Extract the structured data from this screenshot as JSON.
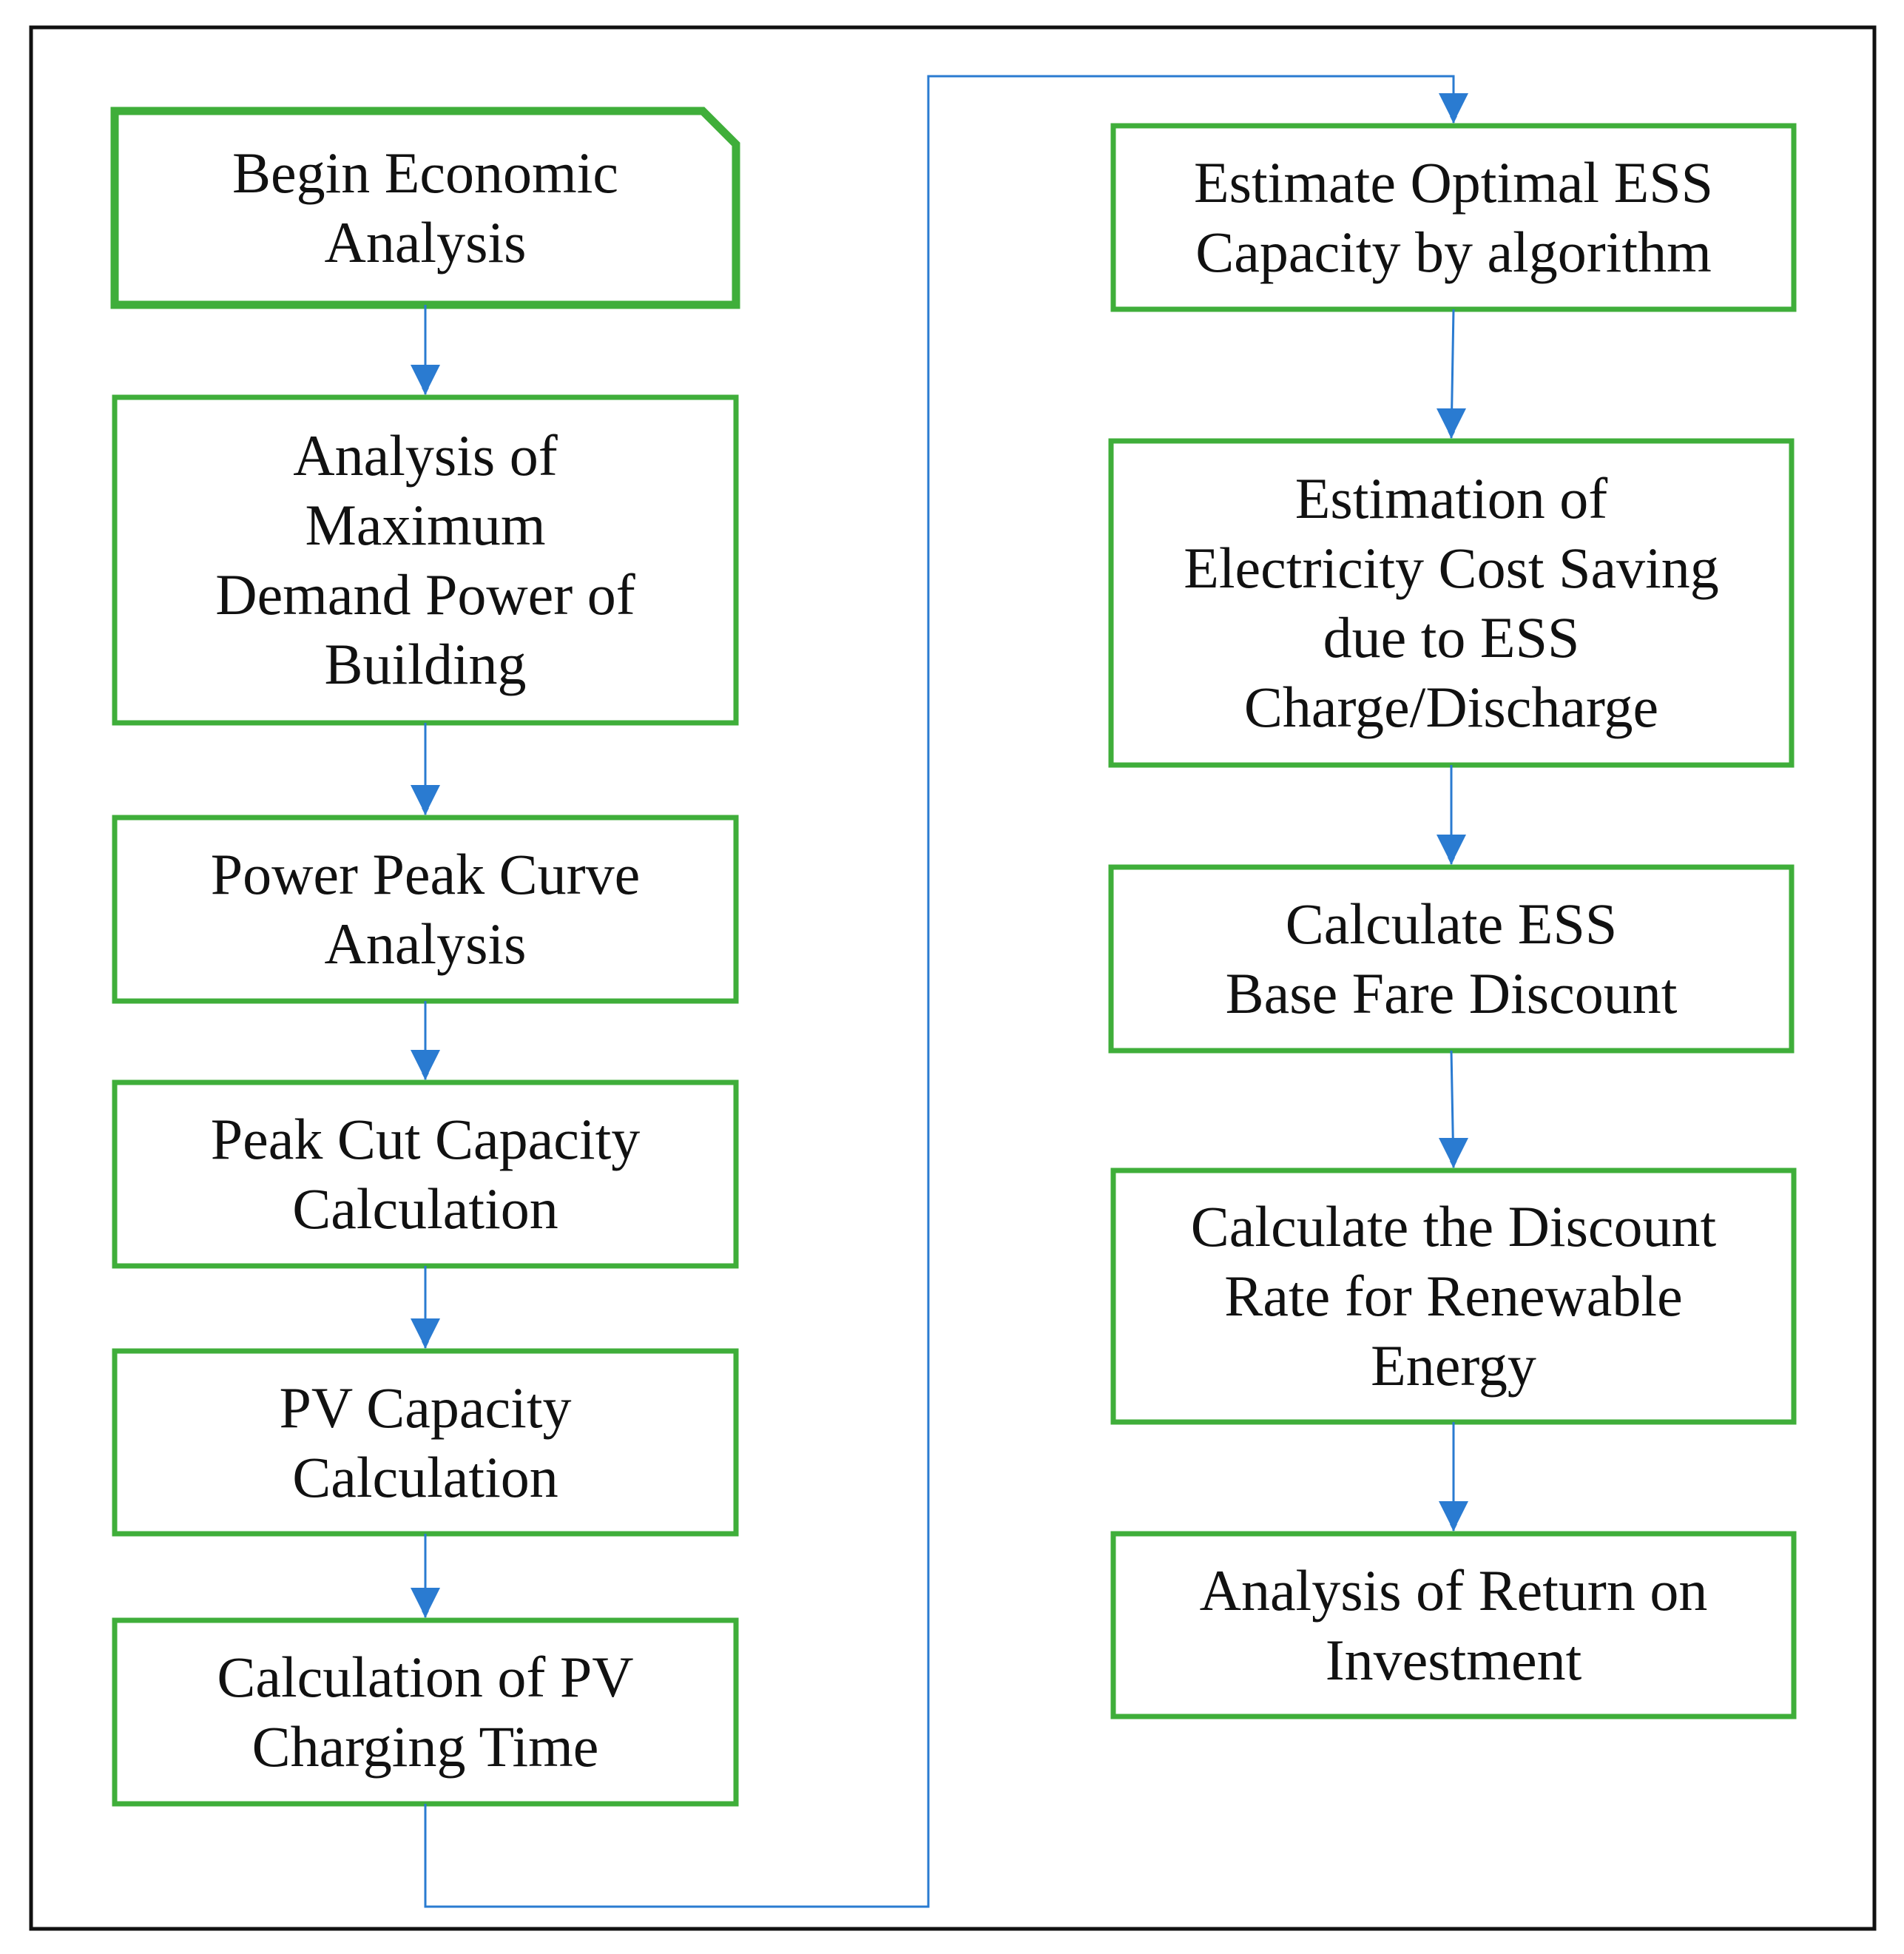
{
  "colors": {
    "box_border": "#3fae3a",
    "arrow": "#2a7bd1",
    "frame": "#111111",
    "text": "#111111",
    "background": "#ffffff"
  },
  "nodes": {
    "begin": {
      "text": "Begin Economic\nAnalysis",
      "shape": "folded-corner-start"
    },
    "max_demand": {
      "text": "Analysis of\nMaximum\nDemand Power of\nBuilding"
    },
    "peak_curve": {
      "text": "Power Peak Curve\nAnalysis"
    },
    "peak_cut": {
      "text": "Peak Cut Capacity\nCalculation"
    },
    "pv_capacity": {
      "text": "PV Capacity\nCalculation"
    },
    "pv_charging": {
      "text": "Calculation of PV\nCharging Time"
    },
    "optimal_ess": {
      "text": "Estimate Optimal ESS\nCapacity by algorithm"
    },
    "cost_saving": {
      "text": "Estimation of\nElectricity Cost Saving\ndue to ESS\nCharge/Discharge"
    },
    "base_fare": {
      "text": "Calculate ESS\nBase Fare Discount"
    },
    "discount_rate": {
      "text": "Calculate the Discount\nRate for Renewable\nEnergy"
    },
    "roi": {
      "text": "Analysis of Return on\nInvestment"
    }
  },
  "edges": [
    [
      "begin",
      "max_demand"
    ],
    [
      "max_demand",
      "peak_curve"
    ],
    [
      "peak_curve",
      "peak_cut"
    ],
    [
      "peak_cut",
      "pv_capacity"
    ],
    [
      "pv_capacity",
      "pv_charging"
    ],
    [
      "pv_charging",
      "optimal_ess"
    ],
    [
      "optimal_ess",
      "cost_saving"
    ],
    [
      "cost_saving",
      "base_fare"
    ],
    [
      "base_fare",
      "discount_rate"
    ],
    [
      "discount_rate",
      "roi"
    ]
  ]
}
